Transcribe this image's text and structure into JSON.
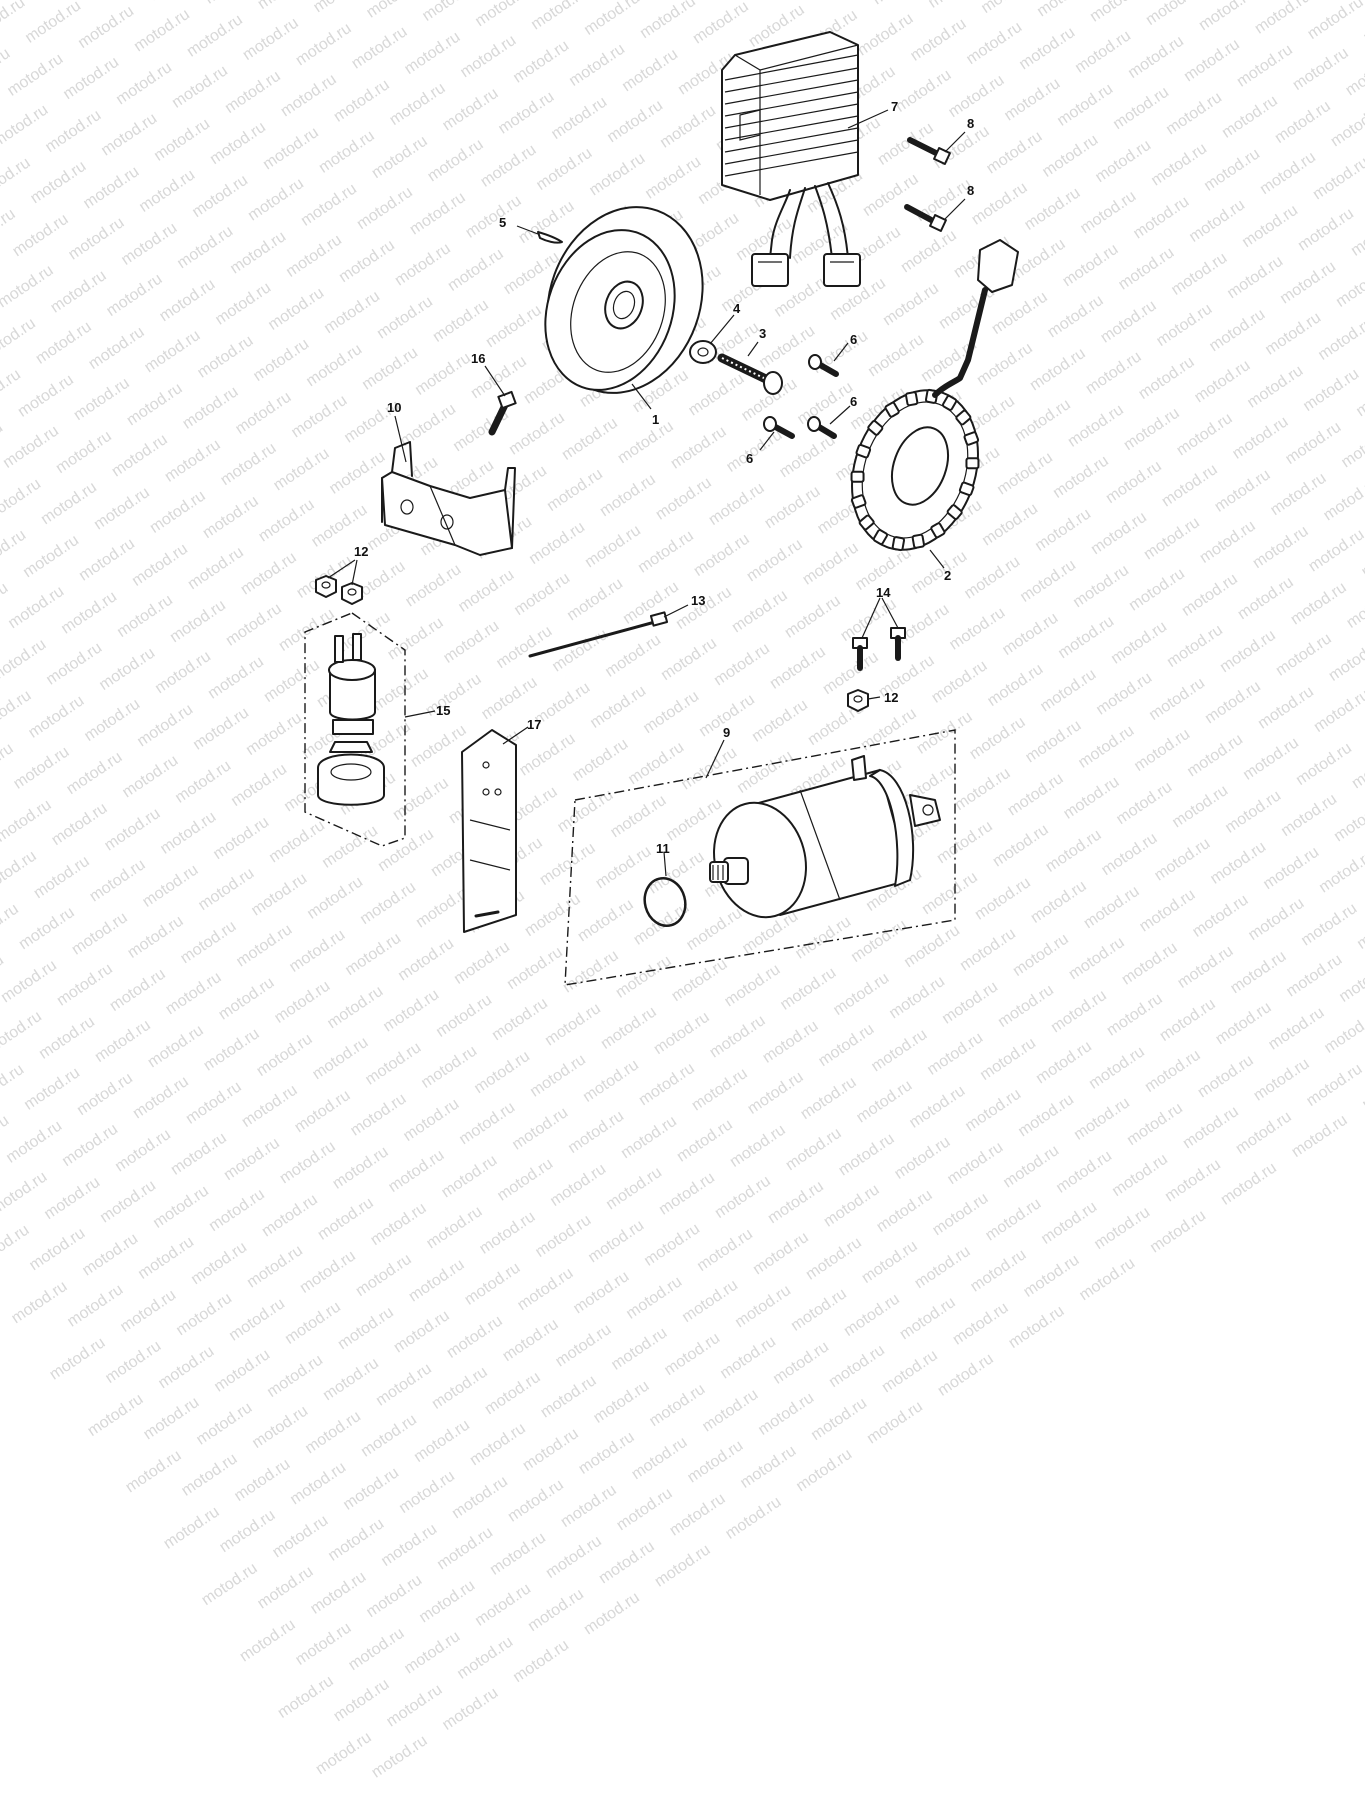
{
  "watermark": {
    "text": "motod.ru"
  },
  "callouts": [
    {
      "id": "label-1",
      "text": "1"
    },
    {
      "id": "label-2",
      "text": "2"
    },
    {
      "id": "label-3",
      "text": "3"
    },
    {
      "id": "label-4",
      "text": "4"
    },
    {
      "id": "label-5",
      "text": "5"
    },
    {
      "id": "label-6a",
      "text": "6"
    },
    {
      "id": "label-6b",
      "text": "6"
    },
    {
      "id": "label-6c",
      "text": "6"
    },
    {
      "id": "label-7",
      "text": "7"
    },
    {
      "id": "label-8a",
      "text": "8"
    },
    {
      "id": "label-8b",
      "text": "8"
    },
    {
      "id": "label-9",
      "text": "9"
    },
    {
      "id": "label-10",
      "text": "10"
    },
    {
      "id": "label-11",
      "text": "11"
    },
    {
      "id": "label-12a",
      "text": "12"
    },
    {
      "id": "label-12b",
      "text": "12"
    },
    {
      "id": "label-13",
      "text": "13"
    },
    {
      "id": "label-14",
      "text": "14"
    },
    {
      "id": "label-15",
      "text": "15"
    },
    {
      "id": "label-16",
      "text": "16"
    },
    {
      "id": "label-17",
      "text": "17"
    }
  ]
}
